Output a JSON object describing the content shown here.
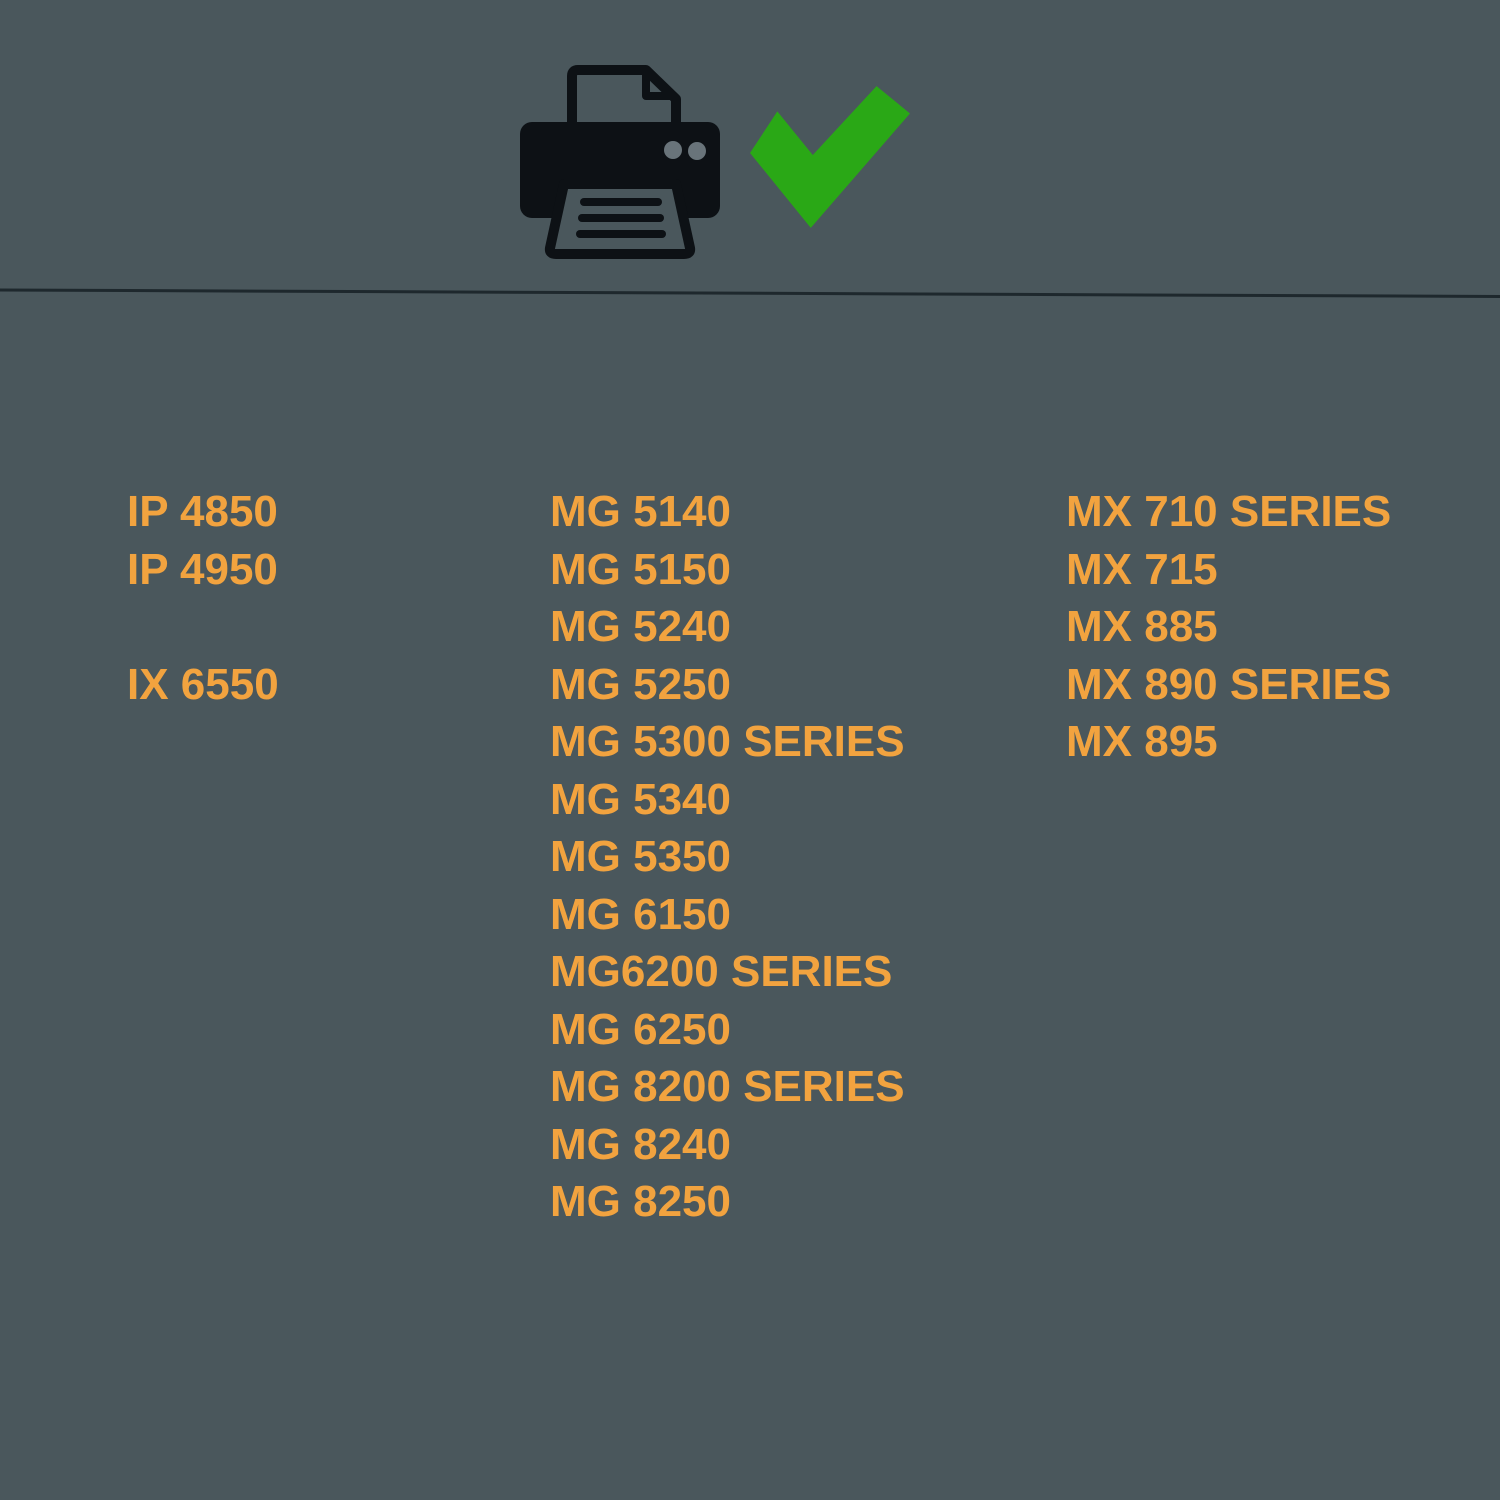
{
  "page": {
    "background_color": "#4a575c",
    "divider_color": "#1e282d",
    "accent_text_color": "#f2a33f",
    "check_color": "#2aa816",
    "icon_color": "#0d1115"
  },
  "header": {
    "printer_icon": "printer-icon",
    "check_icon": "checkmark-icon"
  },
  "models": {
    "columns": [
      {
        "items": [
          "IP 4850",
          "IP 4950",
          "",
          "IX 6550"
        ]
      },
      {
        "items": [
          "MG 5140",
          "MG 5150",
          "MG 5240",
          "MG 5250",
          "MG 5300 SERIES",
          "MG 5340",
          "MG 5350",
          "MG 6150",
          "MG6200 SERIES",
          "MG 6250",
          "MG 8200 SERIES",
          "MG 8240",
          "MG 8250"
        ]
      },
      {
        "items": [
          "MX 710 SERIES",
          "MX 715",
          "MX 885",
          "MX 890 SERIES",
          "MX 895"
        ]
      }
    ]
  }
}
